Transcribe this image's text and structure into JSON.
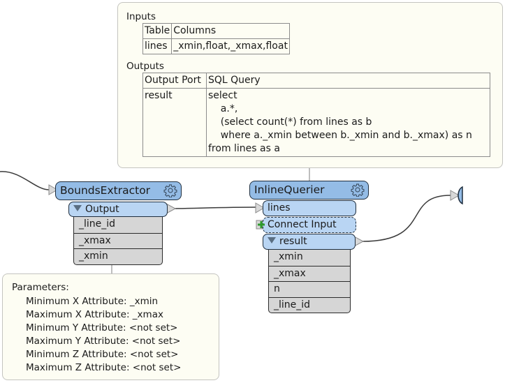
{
  "inline_querier_annotation": {
    "inputs_label": "Inputs",
    "inputs_table": {
      "headers": [
        "Table",
        "Columns"
      ],
      "rows": [
        [
          "lines",
          "_xmin,float,_xmax,float"
        ]
      ]
    },
    "outputs_label": "Outputs",
    "outputs_table": {
      "headers": [
        "Output Port",
        "SQL Query"
      ],
      "rows": [
        {
          "port": "result",
          "sql_lines": [
            "select",
            "    a.*,",
            "    (select count(*) from lines as b",
            "    where a._xmin between b._xmin and b._xmax) as n",
            "from lines as a"
          ]
        }
      ]
    }
  },
  "bounds_extractor": {
    "name": "BoundsExtractor",
    "gear_icon": "gear-icon",
    "output_port": "Output",
    "attributes": [
      "_line_id",
      "_xmax",
      "_xmin"
    ]
  },
  "bounds_extractor_annotation": {
    "title": "Parameters:",
    "params": [
      "Minimum X Attribute: _xmin",
      "Maximum X Attribute: _xmax",
      "Minimum Y Attribute: <not set>",
      "Maximum Y Attribute: <not set>",
      "Minimum Z Attribute: <not set>",
      "Maximum Z Attribute: <not set>"
    ]
  },
  "inline_querier": {
    "name": "InlineQuerier",
    "gear_icon": "gear-icon",
    "input_ports": [
      "lines"
    ],
    "connect_input_label": "Connect Input",
    "output_port": "result",
    "attributes": [
      "_xmin",
      "_xmax",
      "n",
      "_line_id"
    ]
  },
  "colors": {
    "node_header": "#94bce6",
    "port": "#b9d5f3",
    "attr_bg": "#d6d6d6",
    "annotation_bg": "#fdfdf3"
  }
}
